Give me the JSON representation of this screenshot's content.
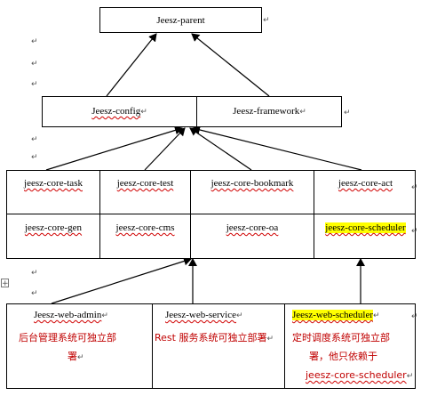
{
  "parent": {
    "name": "Jeesz-parent"
  },
  "level2": {
    "config": "Jeesz-config",
    "framework": "Jeesz-framework"
  },
  "core": {
    "row1": [
      "jeesz-core-task",
      "jeesz-core-test",
      "jeesz-core-bookmark",
      "jeesz-core-act"
    ],
    "row2": [
      "jeesz-core-gen",
      "jeesz-core-cms",
      "jeesz-core-oa",
      "jeesz-core-scheduler"
    ]
  },
  "web": {
    "admin": {
      "name": "Jeesz-web-admin",
      "desc_line1": "后台管理系统可独立部",
      "desc_line2": "署"
    },
    "service": {
      "name": "Jeesz-web-service",
      "desc_line1": "Rest 服务系统可独立部署"
    },
    "scheduler": {
      "name": "Jeesz-web-scheduler",
      "desc_line1": "定时调度系统可独立部",
      "desc_line2": "署，他只依赖于",
      "desc_line3": "jeesz-core-scheduler"
    }
  },
  "marks": {
    "return": "↵",
    "anchor": "+"
  },
  "colors": {
    "highlight": "#ffff00",
    "chinese_text": "#c00000",
    "spellcheck": "#d00000"
  }
}
